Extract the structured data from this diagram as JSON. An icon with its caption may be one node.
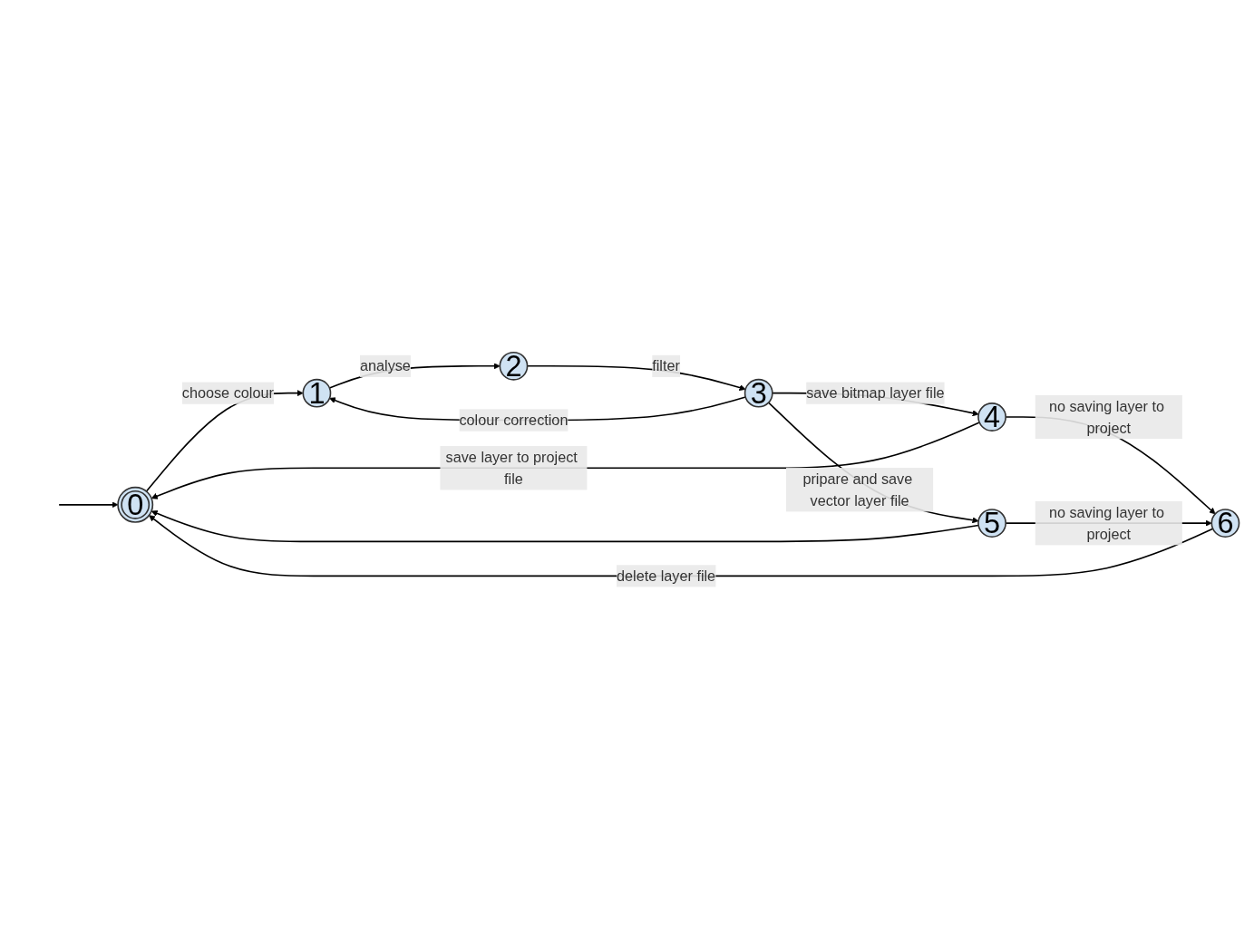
{
  "diagram": {
    "nodes": [
      {
        "text": [
          "0"
        ]
      },
      {
        "text": [
          "1"
        ]
      },
      {
        "text": [
          "2"
        ]
      },
      {
        "text": [
          "3"
        ]
      },
      {
        "text": [
          "4"
        ]
      },
      {
        "text": [
          "5"
        ]
      },
      {
        "text": [
          "6"
        ]
      }
    ],
    "edges": [
      {
        "from": null,
        "to": 0,
        "arrow": "to"
      },
      {
        "from": 0,
        "to": 1,
        "arrow": "to",
        "label": "choose colour"
      },
      {
        "from": 1,
        "to": 2,
        "arrow": "to",
        "label": "analyse"
      },
      {
        "from": 2,
        "to": 3,
        "arrow": "to",
        "label": "filter"
      },
      {
        "from": 3,
        "to": 1,
        "arrow": "to",
        "label": "colour correction"
      },
      {
        "from": 3,
        "to": 4,
        "arrow": "to",
        "label": "save bitmap layer file"
      },
      {
        "from": 3,
        "to": 5,
        "arrow": "to",
        "label": "pripare and save vector layer file"
      },
      {
        "from": 4,
        "to": 0,
        "arrow": "to",
        "label": "save layer to project file"
      },
      {
        "from": 5,
        "to": 0,
        "arrow": "to"
      },
      {
        "from": 4,
        "to": 6,
        "arrow": "to",
        "label": "no saving layer to project"
      },
      {
        "from": 5,
        "to": 6,
        "arrow": "to",
        "label": "no saving layer to project"
      },
      {
        "from": 6,
        "to": 0,
        "arrow": "to",
        "label": "delete layer file"
      }
    ]
  }
}
